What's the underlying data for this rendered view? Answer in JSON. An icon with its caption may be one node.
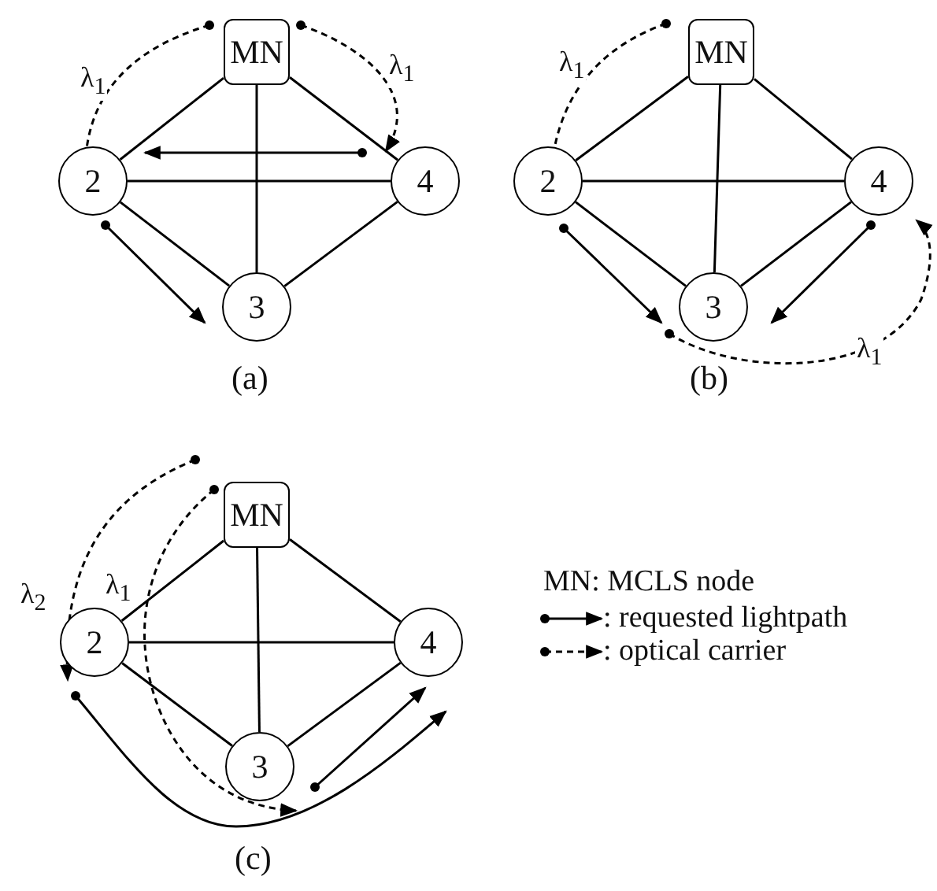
{
  "diagram": {
    "nodes": [
      {
        "text": [
          "MN"
        ]
      },
      {
        "text": [
          "2"
        ]
      },
      {
        "text": [
          "4"
        ]
      },
      {
        "text": [
          "3"
        ]
      },
      {
        "text": [
          "MN"
        ]
      },
      {
        "text": [
          "2"
        ]
      },
      {
        "text": [
          "4"
        ]
      },
      {
        "text": [
          "3"
        ]
      },
      {
        "text": [
          "MN"
        ]
      },
      {
        "text": [
          "2"
        ]
      },
      {
        "text": [
          "4"
        ]
      },
      {
        "text": [
          "3"
        ]
      }
    ],
    "edges": [
      {
        "from": 0,
        "to": 1,
        "arrow": "none"
      },
      {
        "from": 0,
        "to": 2,
        "arrow": "none"
      },
      {
        "from": 0,
        "to": 3,
        "arrow": "none"
      },
      {
        "from": 1,
        "to": 2,
        "arrow": "none"
      },
      {
        "from": 1,
        "to": 3,
        "arrow": "none"
      },
      {
        "from": 3,
        "to": 2,
        "arrow": "none"
      },
      {
        "from": 4,
        "to": 5,
        "arrow": "none"
      },
      {
        "from": 4,
        "to": 6,
        "arrow": "none"
      },
      {
        "from": 4,
        "to": 7,
        "arrow": "none"
      },
      {
        "from": 5,
        "to": 6,
        "arrow": "none"
      },
      {
        "from": 5,
        "to": 7,
        "arrow": "none"
      },
      {
        "from": 7,
        "to": 6,
        "arrow": "none"
      },
      {
        "from": 8,
        "to": 9,
        "arrow": "none"
      },
      {
        "from": 8,
        "to": 10,
        "arrow": "none"
      },
      {
        "from": 8,
        "to": 11,
        "arrow": "none"
      },
      {
        "from": 9,
        "to": 10,
        "arrow": "none"
      },
      {
        "from": 9,
        "to": 11,
        "arrow": "none"
      },
      {
        "from": 11,
        "to": 10,
        "arrow": "none"
      },
      {
        "from": 0,
        "to": 1,
        "arrow": "to",
        "style": "dashed",
        "label": "λ$_{1}$"
      },
      {
        "from": 0,
        "to": 2,
        "arrow": "to",
        "style": "dashed",
        "label": "λ$_{1}$"
      },
      {
        "from": 2,
        "to": 1,
        "arrow": "to"
      },
      {
        "from": 1,
        "to": 3,
        "arrow": "to"
      },
      {
        "from": 4,
        "to": 5,
        "arrow": "to",
        "style": "dashed",
        "label": "λ$_{1}$"
      },
      {
        "from": 5,
        "to": 7,
        "arrow": "to"
      },
      {
        "from": 6,
        "to": 7,
        "arrow": "to"
      },
      {
        "from": 7,
        "to": 6,
        "arrow": "to",
        "style": "dashed",
        "label": "λ$_{1}$"
      },
      {
        "from": 8,
        "to": 9,
        "arrow": "to",
        "style": "dashed",
        "label": "λ$_{2}$"
      },
      {
        "from": 8,
        "to": 11,
        "arrow": "to",
        "style": "dashed",
        "label": "λ$_{1}$"
      },
      {
        "from": 9,
        "to": 10,
        "arrow": "to"
      },
      {
        "from": 11,
        "to": 10,
        "arrow": "to"
      }
    ],
    "labels": [
      "(a)",
      "(b)",
      "MN: MCLS node",
      "(c)"
    ],
    "legend": [
      {
        "text": ": requested lightpath"
      },
      {
        "text": ": optical carrier"
      }
    ]
  }
}
